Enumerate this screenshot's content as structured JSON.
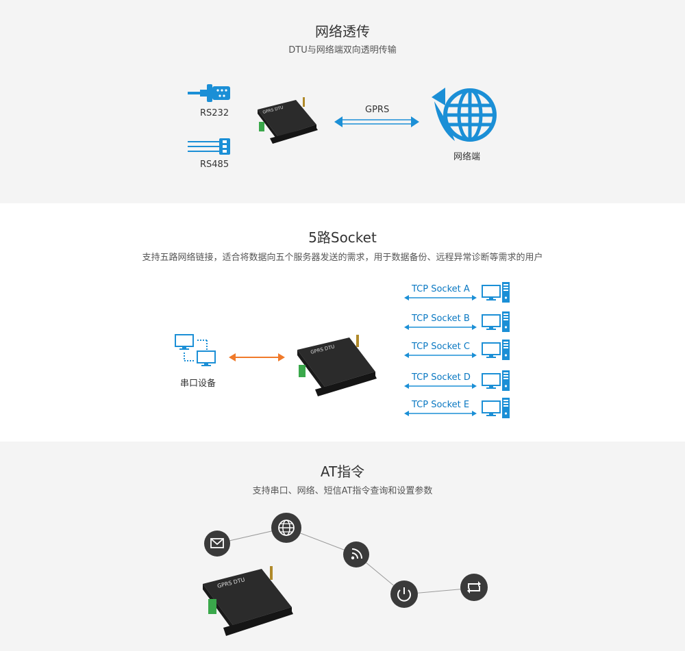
{
  "transparent": {
    "title": "网络透传",
    "subtitle": "DTU与网络端双向透明传输",
    "rs232_label": "RS232",
    "rs485_label": "RS485",
    "link_label": "GPRS",
    "network_label": "网络端"
  },
  "socket": {
    "title": "5路Socket",
    "subtitle": "支持五路网络链接，适合将数据向五个服务器发送的需求，用于数据备份、远程异常诊断等需求的用户",
    "serial_label": "串口设备",
    "sockets": [
      "TCP Socket A",
      "TCP Socket B",
      "TCP Socket C",
      "TCP Socket D",
      "TCP Socket E"
    ]
  },
  "at": {
    "title": "AT指令",
    "subtitle": "支持串口、网络、短信AT指令查询和设置参数"
  },
  "device": {
    "model_text": "GPRS DTU"
  },
  "colors": {
    "blue": "#0a78c2",
    "orange": "#f07a2a",
    "dark_icon": "#3a3a3a"
  }
}
